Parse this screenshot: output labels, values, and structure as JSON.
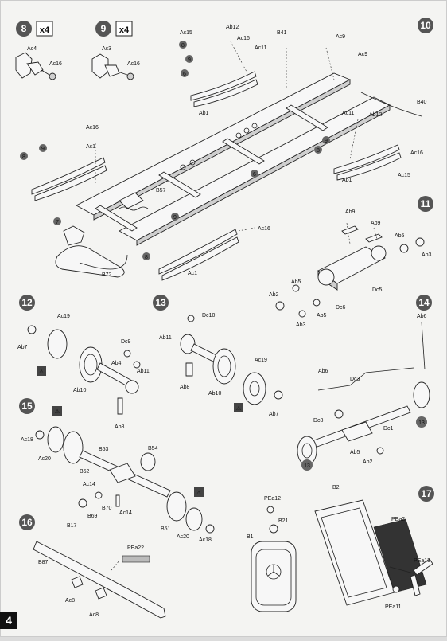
{
  "page": {
    "number": "4"
  },
  "steps": [
    {
      "id": "8",
      "qty": "x4",
      "labels": [
        "Ac4",
        "Ac16"
      ]
    },
    {
      "id": "9",
      "qty": "x4",
      "labels": [
        "Ac3",
        "Ac16"
      ]
    },
    {
      "id": "10",
      "labels": [
        "Ac15",
        "Ab12",
        "Ac16",
        "B41",
        "Ac9",
        "Ac11",
        "Ab1",
        "Ac9",
        "B40",
        "Ac11",
        "Ab12",
        "Ac16",
        "Ac15",
        "Ab1",
        "Ac16",
        "Ac1",
        "B57",
        "Ac16",
        "Ac1",
        "B72"
      ]
    },
    {
      "id": "11",
      "labels": [
        "Ab9",
        "Ab9",
        "Ab5",
        "Ab3",
        "Ab2",
        "Ab5",
        "Dc5",
        "Dc6",
        "Ab3",
        "Ab5"
      ]
    },
    {
      "id": "12",
      "labels": [
        "Ab7",
        "Ac19",
        "Dc9",
        "Ab4",
        "Ab11",
        "Ab10",
        "Ab8"
      ]
    },
    {
      "id": "13",
      "labels": [
        "Dc10",
        "Ab11",
        "Ab8",
        "Ac19",
        "Ab10",
        "Ab7"
      ]
    },
    {
      "id": "14",
      "labels": [
        "Ab6",
        "Ab6",
        "Dc3",
        "Dc8",
        "Dc1",
        "Ab5",
        "Ab2"
      ]
    },
    {
      "id": "15",
      "labels": [
        "Ac18",
        "Ac20",
        "B53",
        "B54",
        "B52",
        "Ac14",
        "B70",
        "B69",
        "Ac14",
        "B17",
        "B51",
        "Ac20",
        "Ac18"
      ]
    },
    {
      "id": "16",
      "labels": [
        "PEa22",
        "B87",
        "Ac8",
        "Ac8"
      ]
    },
    {
      "id": "17",
      "labels": [
        "PEa12",
        "B21",
        "B1",
        "B2",
        "PEa2",
        "PEa13",
        "PEa11"
      ]
    }
  ],
  "colors": {
    "paper": "#f4f4f2",
    "ink": "#111111",
    "badge": "#555555"
  }
}
